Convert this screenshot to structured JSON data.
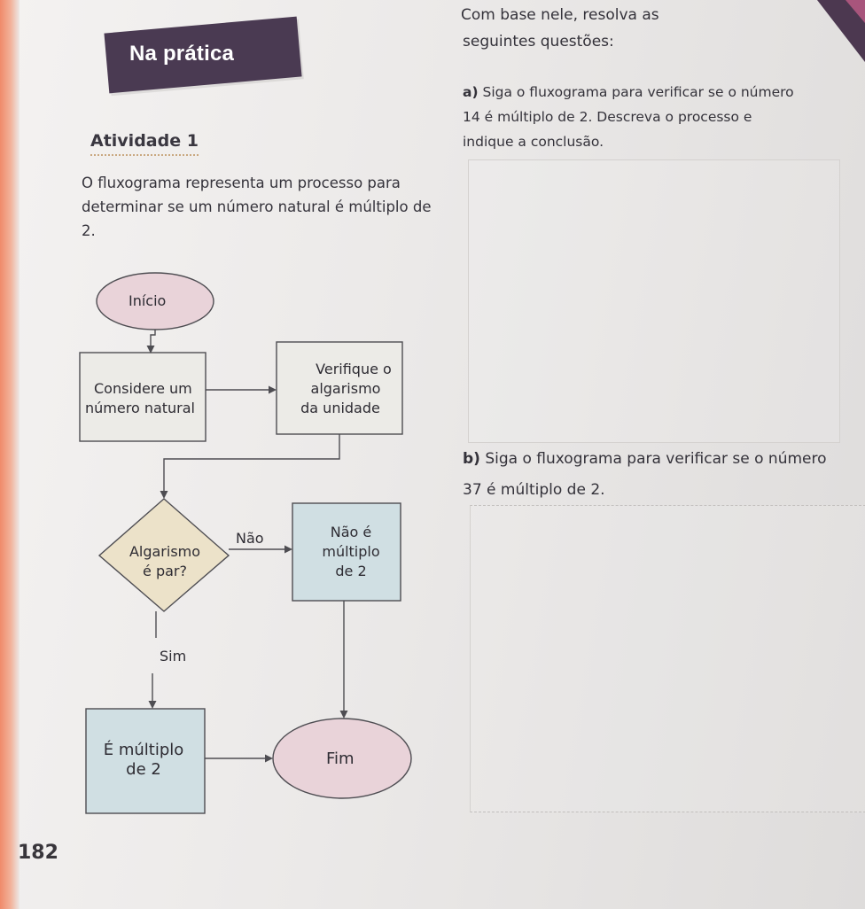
{
  "section_banner": "Na prática",
  "activity_title": "Atividade 1",
  "intro_text": "O fluxograma representa um processo para determinar se um número natural é múltiplo de 2.",
  "context": {
    "line1": "Com base nele, resolva as",
    "line2": "seguintes questões:"
  },
  "questions": [
    {
      "label": "a)",
      "text": "Siga o fluxograma para verificar se o número 14 é múltiplo de 2. Descreva o processo e indique a conclusão."
    },
    {
      "label": "b)",
      "text": "Siga o fluxograma para verificar se o número 37 é múltiplo de 2."
    }
  ],
  "flowchart": {
    "start": "Início",
    "consider": [
      "Considere um",
      "número natural"
    ],
    "verify": [
      "Verifique o",
      "algarismo",
      "da unidade"
    ],
    "decision": [
      "Algarismo",
      "é par?"
    ],
    "no_label": "Não",
    "yes_label": "Sim",
    "not_multiple": [
      "Não é",
      "múltiplo",
      "de 2"
    ],
    "is_multiple": [
      "É múltiplo",
      "de 2"
    ],
    "end": "Fim",
    "colors": {
      "terminal_fill": "#e9d3d9",
      "box_fill": "#ecebe7",
      "decision_fill": "#ece2c9",
      "result_fill": "#d0dfe3",
      "stroke": "#4e4d52"
    }
  },
  "page_number": "182"
}
